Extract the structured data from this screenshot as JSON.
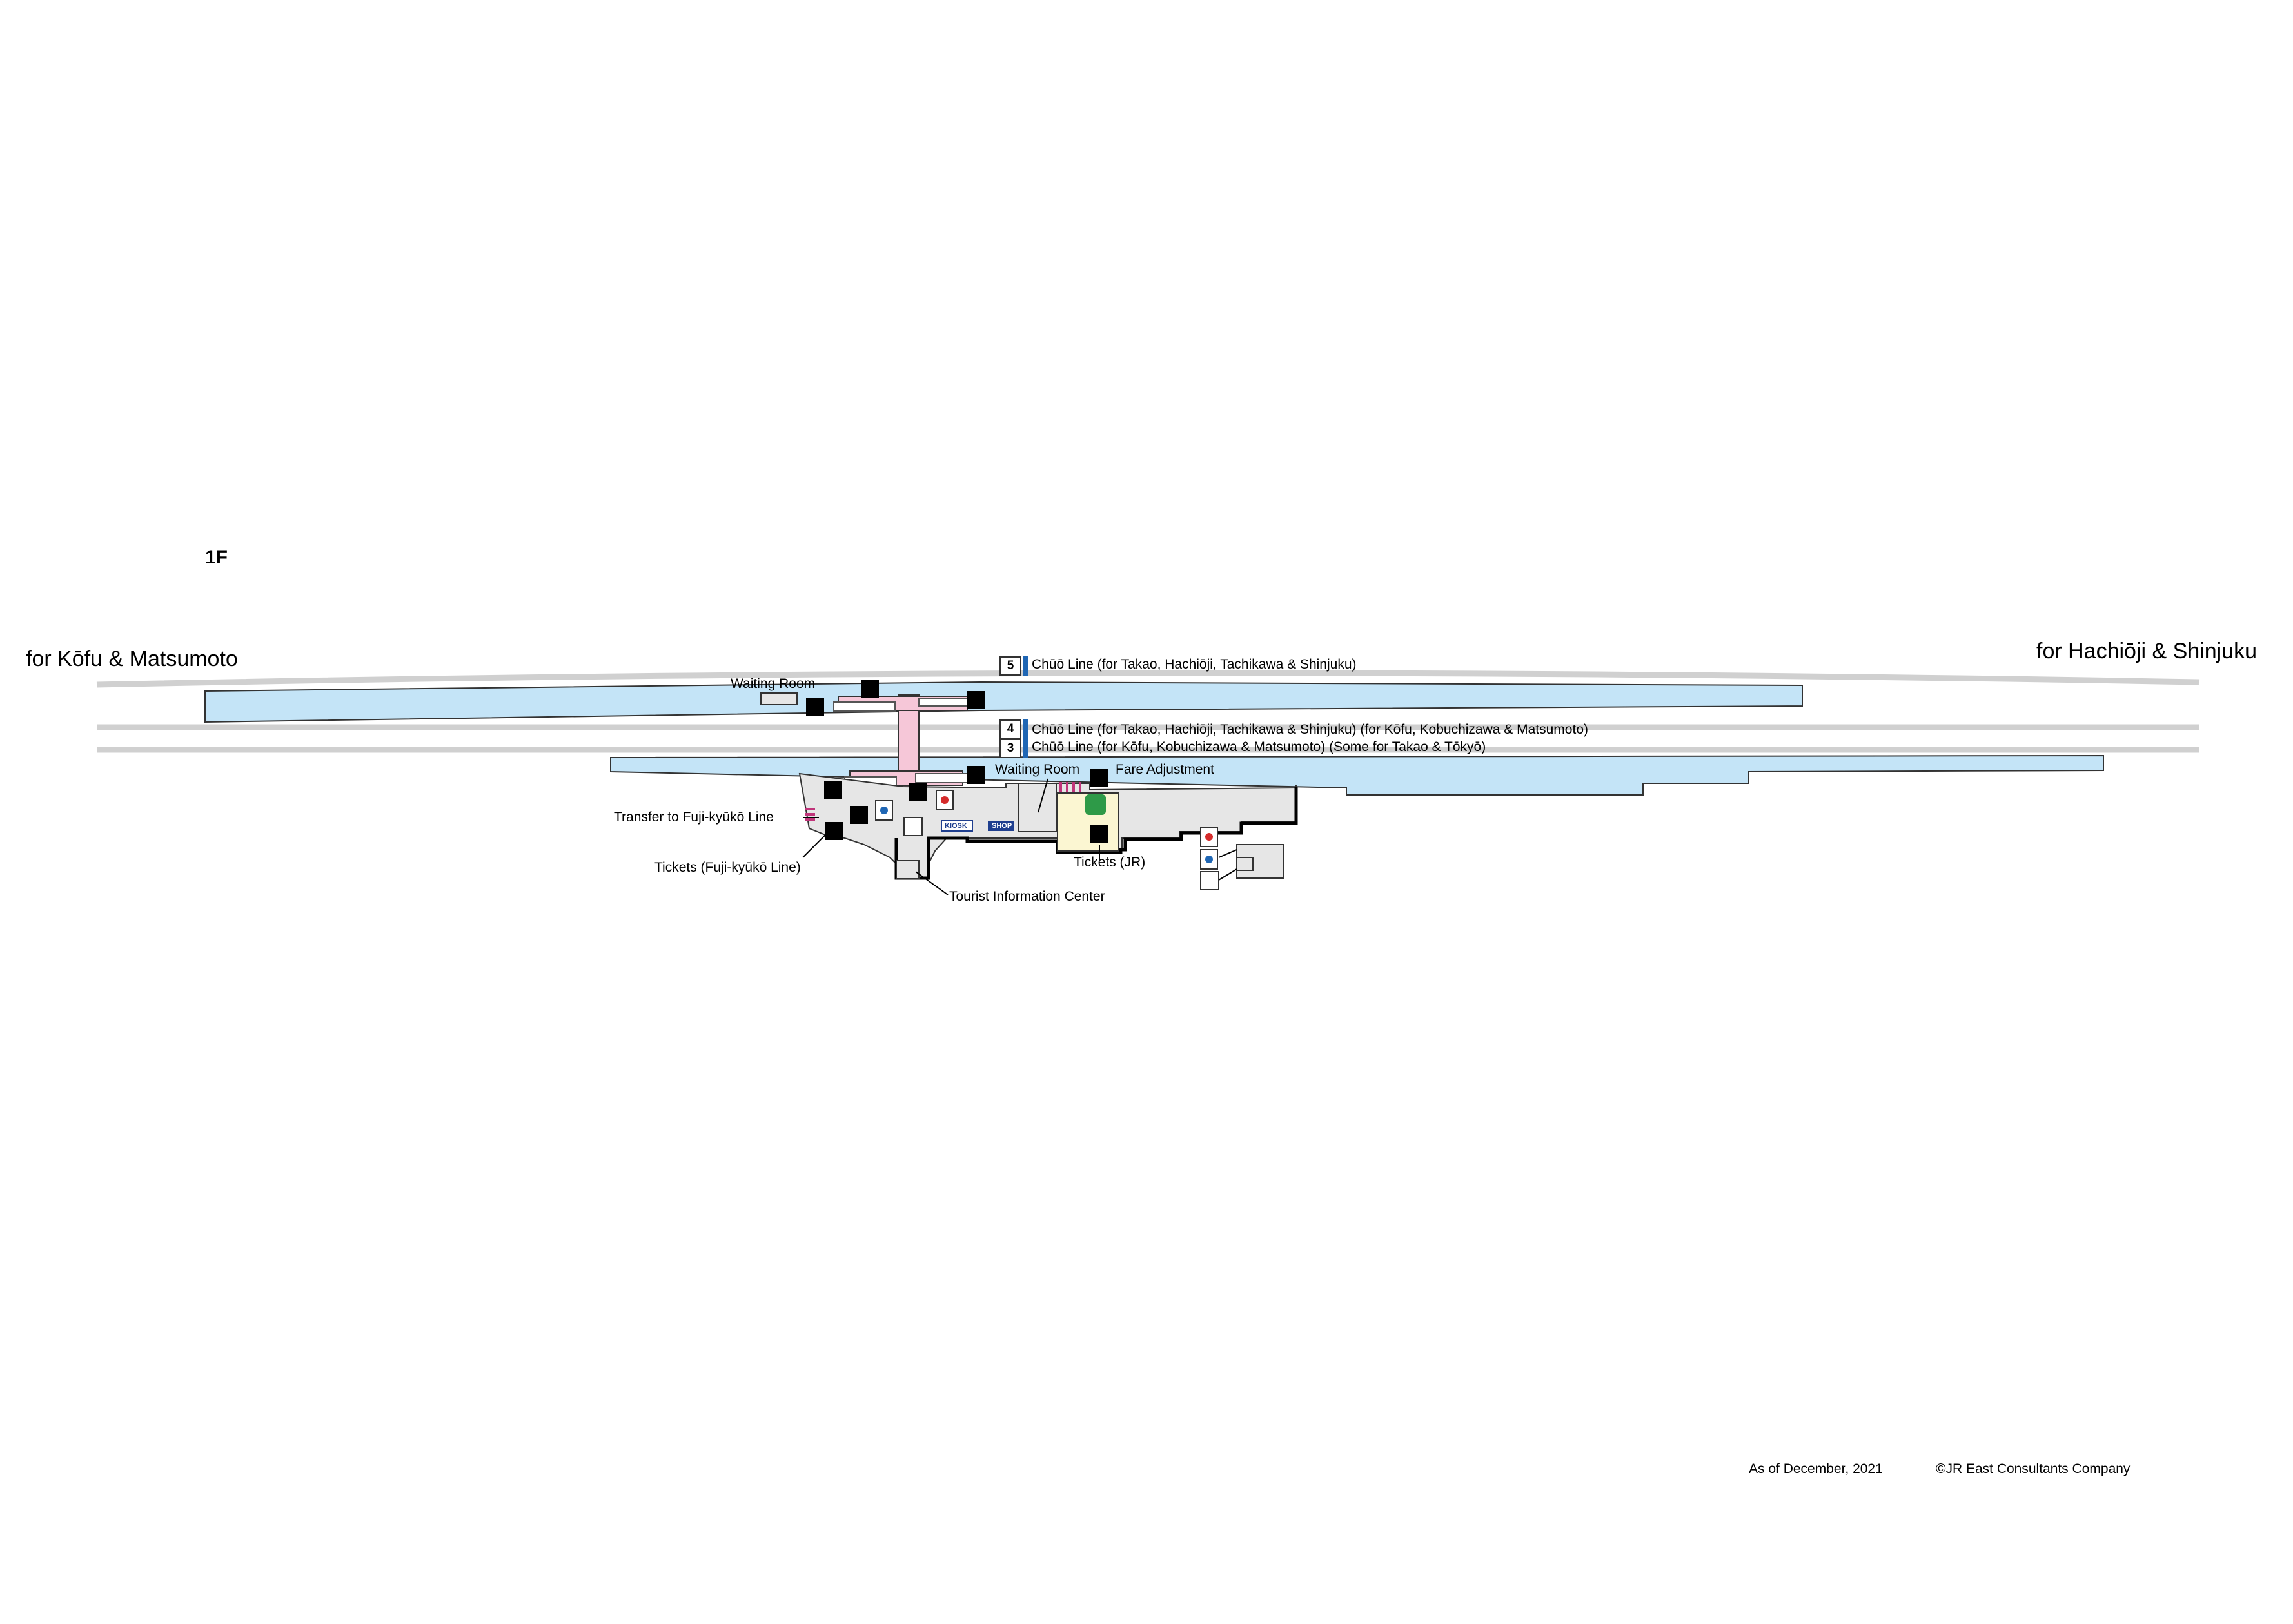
{
  "floor_label": "1F",
  "directions": {
    "left": "for Kōfu & Matsumoto",
    "right": "for Hachiōji & Shinjuku"
  },
  "tracks": [
    {
      "number": "5",
      "label": "Chūō Line (for Takao, Hachiōji, Tachikawa & Shinjuku)"
    },
    {
      "number": "4",
      "label": "Chūō Line (for Takao, Hachiōji, Tachikawa & Shinjuku) (for Kōfu, Kobuchizawa & Matsumoto)"
    },
    {
      "number": "3",
      "label": "Chūō Line (for Kōfu, Kobuchizawa & Matsumoto) (Some for Takao & Tōkyō)"
    }
  ],
  "facilities": {
    "waiting_room_north": "Waiting Room",
    "waiting_room_south": "Waiting Room",
    "fare_adjustment": "Fare Adjustment",
    "transfer_fujikyu": "Transfer to Fuji-kyūkō Line",
    "tickets_fujikyu": "Tickets (Fuji-kyūkō Line)",
    "tickets_jr": "Tickets (JR)",
    "tourist_info": "Tourist Information Center",
    "kiosk": "KIOSK",
    "shop": "SHOP"
  },
  "footer": {
    "as_of": "As of December, 2021",
    "copyright": "©JR East Consultants Company"
  },
  "colors": {
    "platform": "#c4e4f7",
    "concourse": "#e6e6e6",
    "bridge": "#f6c7d8",
    "rail": "#d0d0d0",
    "ticket_area": "#fbf6d2",
    "track_marker": "#1f66b4",
    "toilet_female": "#d52b2b",
    "toilet_male": "#1f66b4",
    "ticket_gate": "#c0357a"
  },
  "icons": [
    "escalator-icon",
    "elevator-icon",
    "ticket-machine-icon",
    "toilet-female-icon",
    "toilet-male-icon",
    "accessible-toilet-icon",
    "info-icon",
    "ticket-gate-icon",
    "stairs-icon"
  ]
}
